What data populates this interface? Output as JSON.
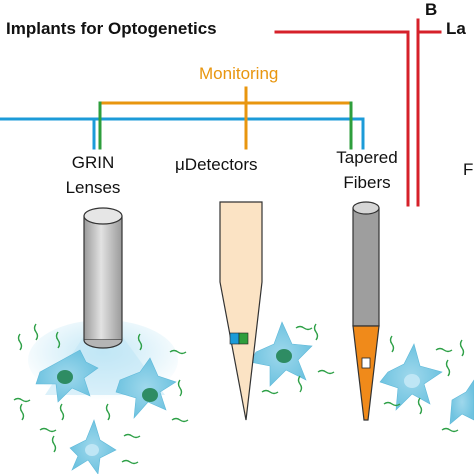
{
  "header": {
    "title": "Implants for Optogenetics",
    "panel_letter": "B",
    "panel_b_title_visible": "La"
  },
  "branch": {
    "label": "Monitoring"
  },
  "devices": [
    {
      "id": "grin",
      "label_line1": "GRIN",
      "label_line2": "Lenses"
    },
    {
      "id": "udetectors",
      "label": "μDetectors"
    },
    {
      "id": "tapered",
      "label_line1": "Tapered",
      "label_line2": "Fibers"
    }
  ],
  "right_cut_label": "F",
  "colors": {
    "red_line": "#D6202A",
    "monitoring": "#E8960F",
    "blue": "#1C9BD8",
    "green": "#2E9E3C",
    "device_gray": "#C9C9C9",
    "detector_fill": "#FBE3C4",
    "taper_orange": "#F08A1A",
    "glow": "#A8DCF0",
    "neuron": "#7FCBE3",
    "nucleus": "#2E8C63",
    "squiggle": "#2EA047"
  }
}
